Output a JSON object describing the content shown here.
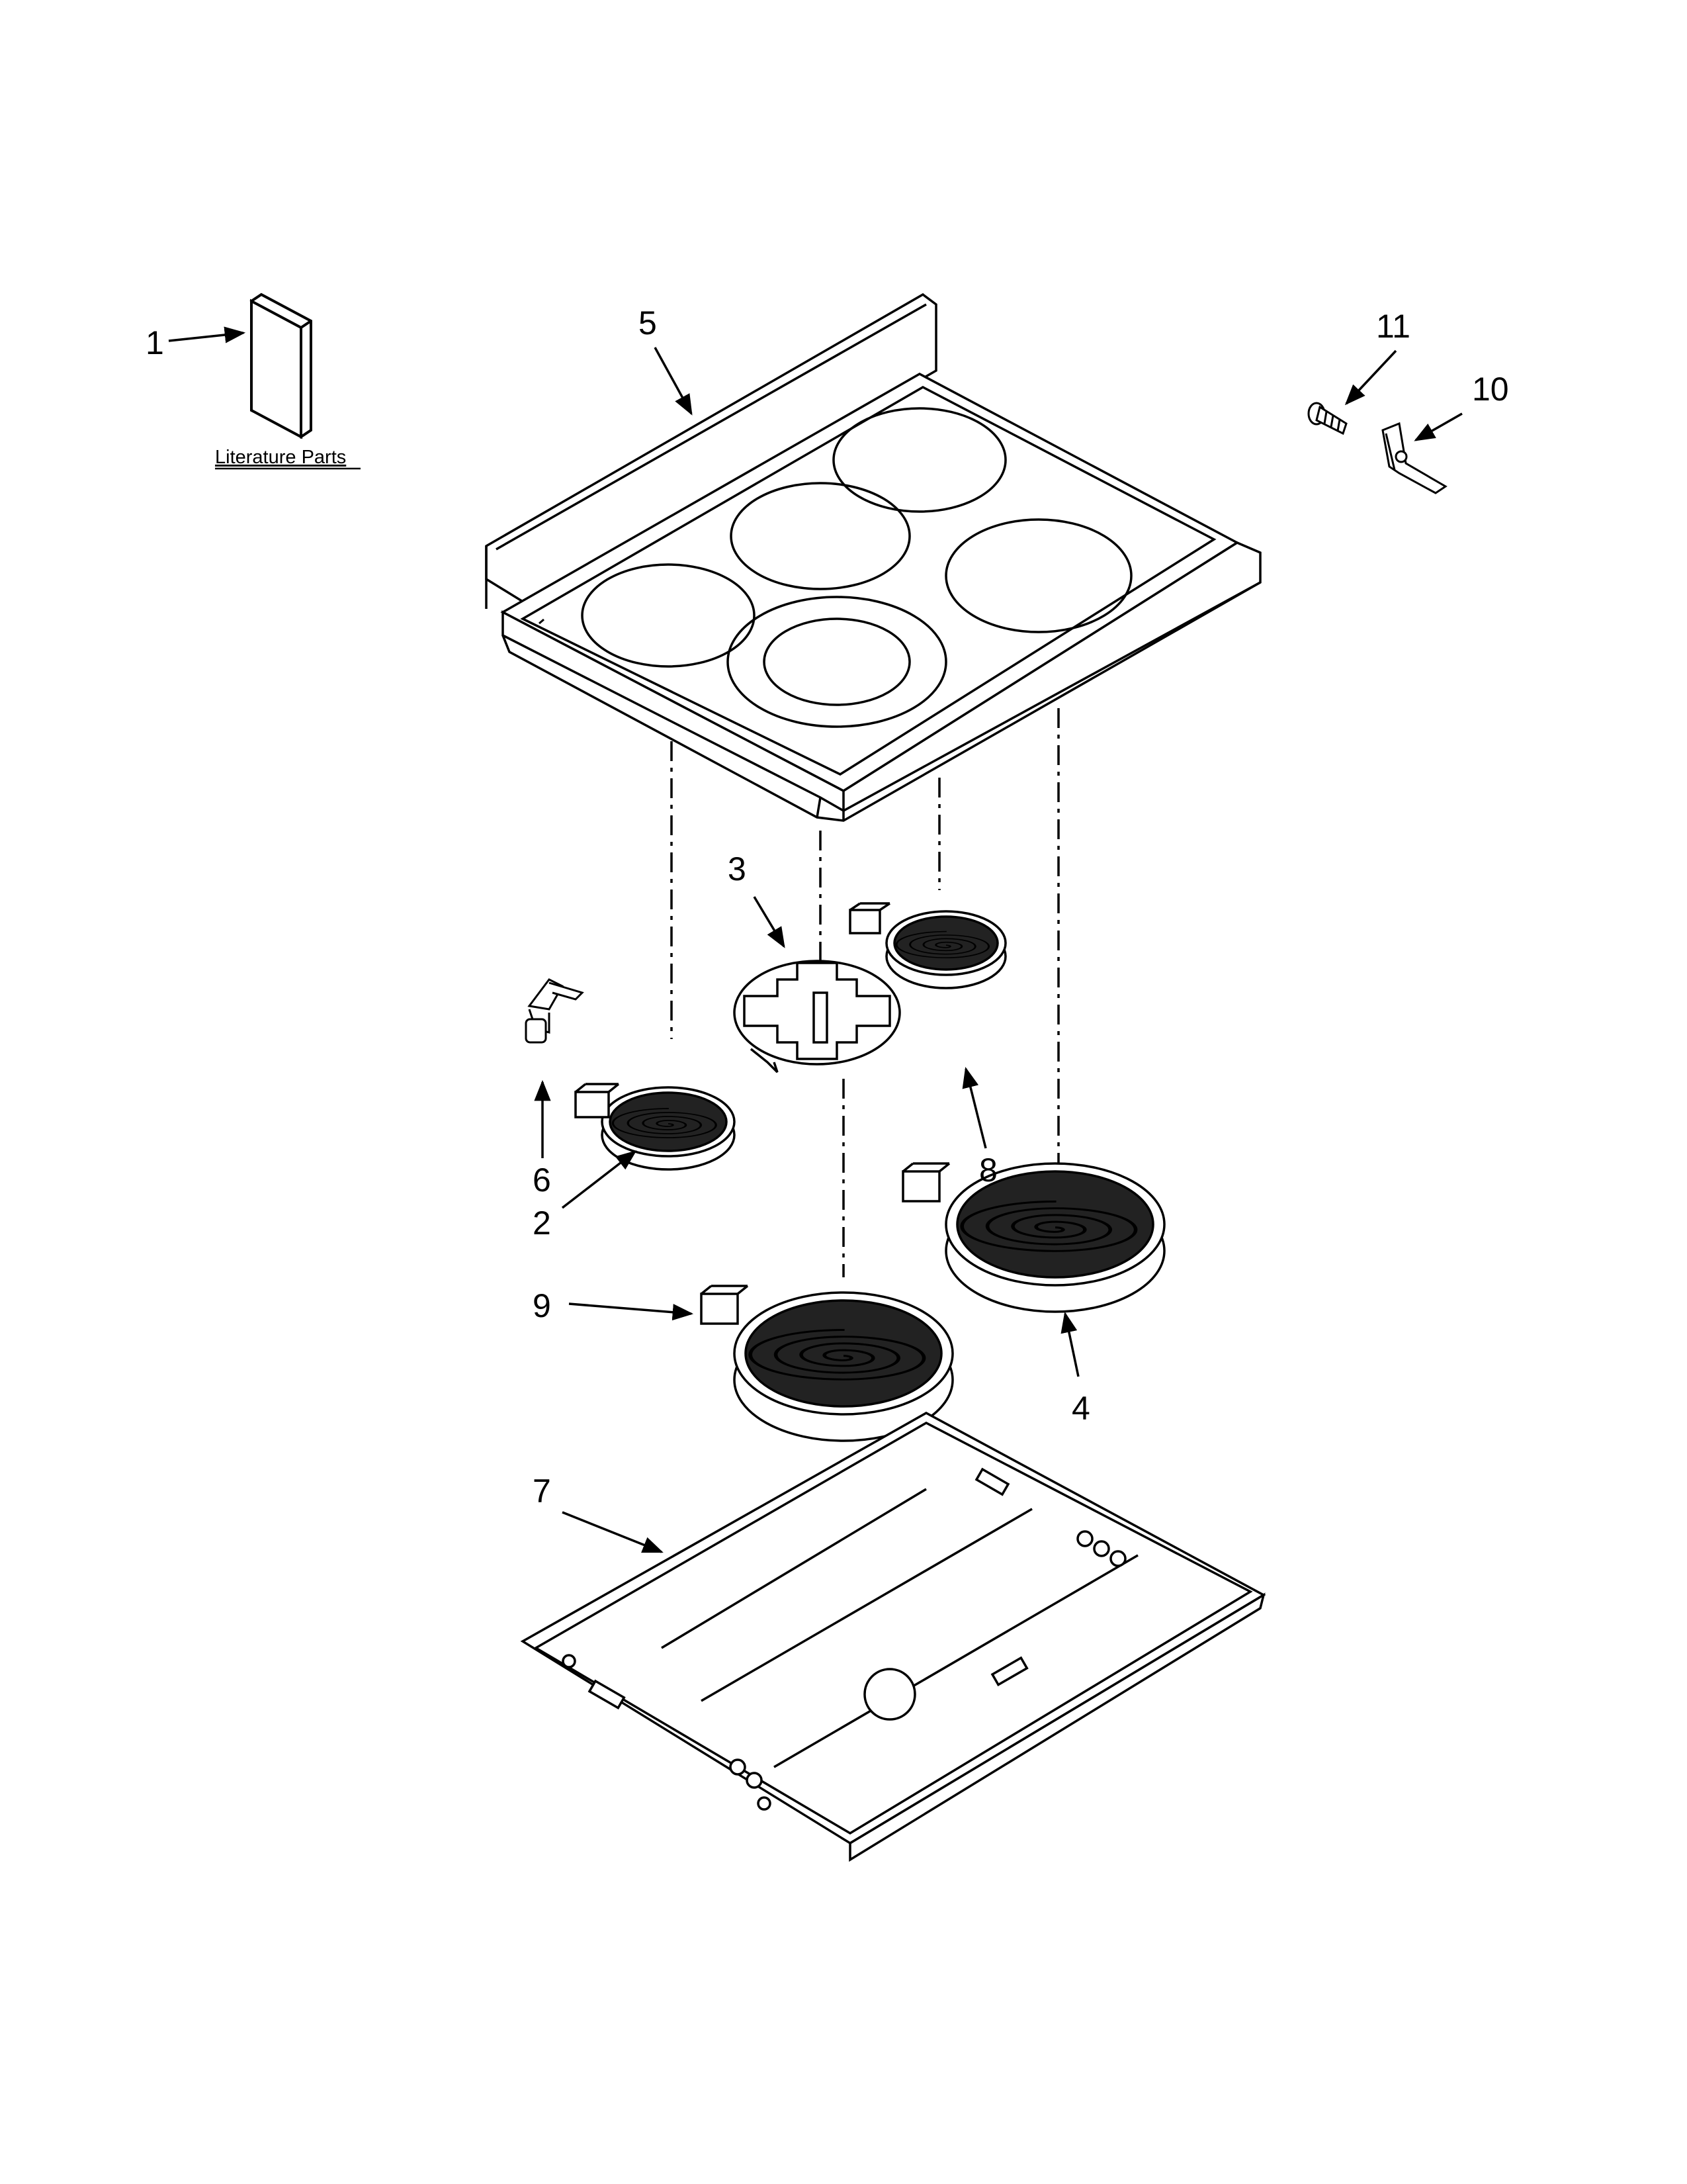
{
  "literature_label": "Literature Parts",
  "callouts": {
    "c1": "1",
    "c2": "2",
    "c3": "3",
    "c4": "4",
    "c5": "5",
    "c6": "6",
    "c7": "7",
    "c8": "8",
    "c9": "9",
    "c10": "10",
    "c11": "11"
  },
  "parts": [
    {
      "callout": "1",
      "name": "literature-booklet-icon"
    },
    {
      "callout": "2",
      "name": "small-radiant-element-icon"
    },
    {
      "callout": "3",
      "name": "insulation-plate-icon"
    },
    {
      "callout": "4",
      "name": "large-radiant-element-icon"
    },
    {
      "callout": "5",
      "name": "cooktop-icon"
    },
    {
      "callout": "6",
      "name": "limiter-clip-icon"
    },
    {
      "callout": "7",
      "name": "burner-box-icon"
    },
    {
      "callout": "8",
      "name": "small-radiant-element-rear-icon"
    },
    {
      "callout": "9",
      "name": "dual-radiant-element-icon"
    },
    {
      "callout": "10",
      "name": "bracket-icon"
    },
    {
      "callout": "11",
      "name": "screw-icon"
    }
  ]
}
